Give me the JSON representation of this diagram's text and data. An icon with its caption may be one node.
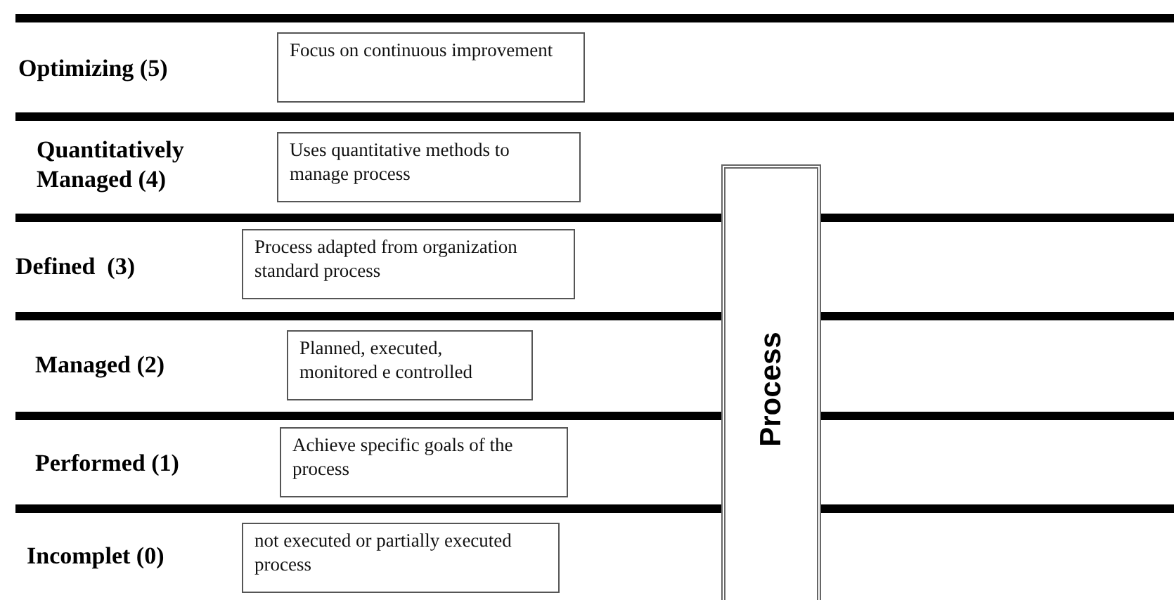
{
  "diagram": {
    "nodes": [
      {
        "text": [
          "Focus on continuous improvement"
        ]
      },
      {
        "text": [
          "Uses quantitative methods to manage process"
        ]
      },
      {
        "text": [
          "Process adapted from organization standard process"
        ]
      },
      {
        "text": [
          "Planned, executed, monitored e controlled"
        ]
      },
      {
        "text": [
          "Achieve specific goals of the process"
        ]
      },
      {
        "text": [
          "not executed or partially executed process"
        ]
      },
      {
        "text": [
          "Process"
        ]
      }
    ],
    "edges": [],
    "labels": [
      "Optimizing (5)",
      "Quantitatively Managed (4)",
      "Defined  (3)",
      "Managed (2)",
      "Performed (1)",
      "Incomplet (0)"
    ]
  }
}
